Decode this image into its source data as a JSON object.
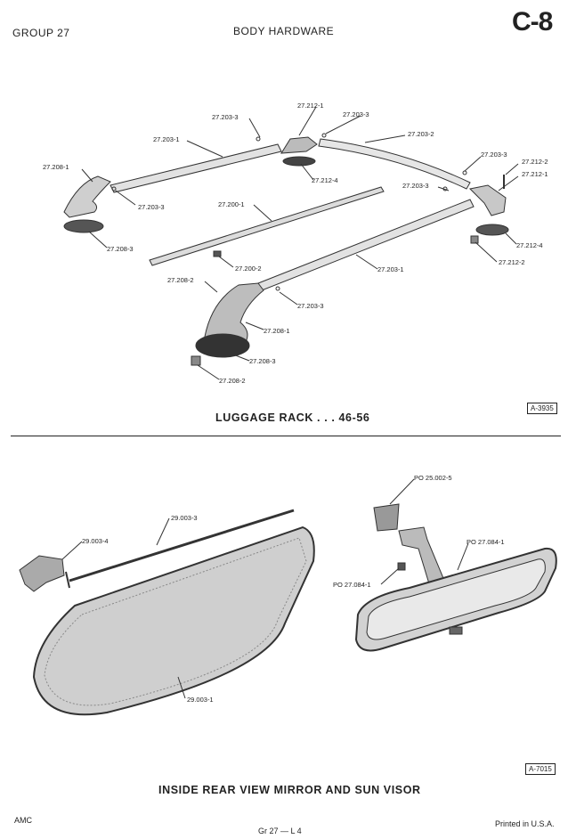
{
  "header": {
    "group": "GROUP 27",
    "title": "BODY HARDWARE",
    "page_code": "C-8"
  },
  "luggage_rack": {
    "caption": "LUGGAGE RACK . . . 46-56",
    "figure_id": "A-3935",
    "callouts": {
      "c1": "27.212-1",
      "c2": "27.203-3",
      "c3": "27.203-3",
      "c4": "27.203-1",
      "c5": "27.203-2",
      "c6": "27.203-3",
      "c7": "27.212-2",
      "c8": "27.212-1",
      "c9": "27.208-1",
      "c10": "27.212-4",
      "c11": "27.203-3",
      "c12": "27.203-3",
      "c13": "27.200-1",
      "c14": "27.208-3",
      "c15": "27.212-4",
      "c16": "27.212-2",
      "c17": "27.200-2",
      "c18": "27.203-1",
      "c19": "27.208-2",
      "c20": "27.203-3",
      "c21": "27.208-1",
      "c22": "27.208-3",
      "c23": "27.208-2"
    }
  },
  "mirror_visor": {
    "caption": "INSIDE REAR VIEW MIRROR AND SUN VISOR",
    "figure_id": "A-7015",
    "callouts": {
      "v1": "29.003-3",
      "v2": "29.003-4",
      "v3": "29.003-1",
      "m1": "PO 25.002-5",
      "m2": "PO 27.084-1",
      "m3": "PO 27.084-1"
    }
  },
  "footer": {
    "left": "AMC",
    "center": "Gr 27 — L 4",
    "right": "Printed in U.S.A."
  }
}
